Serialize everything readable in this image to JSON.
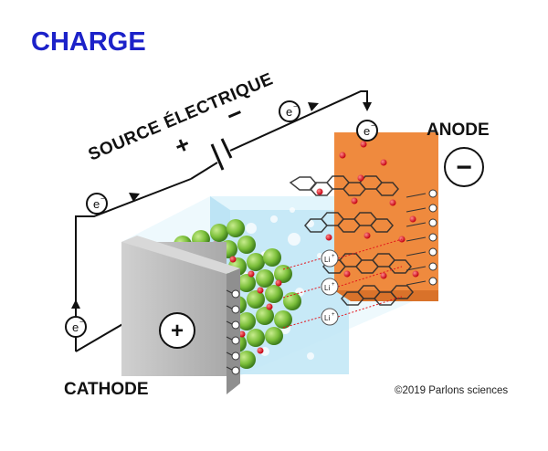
{
  "title": "CHARGE",
  "source_label": "SOURCE ÉLECTRIQUE",
  "source_plus": "+",
  "source_minus": "−",
  "electron_symbol": "e",
  "electron_charge": "−",
  "anode_label": "ANODE",
  "anode_sign": "−",
  "cathode_label": "CATHODE",
  "cathode_sign": "+",
  "lithium_ion": "Li",
  "lithium_charge": "+",
  "copyright": "©2019 Parlons sciences",
  "colors": {
    "title": "#1c22c9",
    "anode": "#ef8a3e",
    "electrolyte": "#bfe6f6",
    "cathode_plate": "#bdbdbd",
    "sphere": "#7bbf3a",
    "ion_dot": "#e3131b",
    "graphite": "#333333"
  }
}
